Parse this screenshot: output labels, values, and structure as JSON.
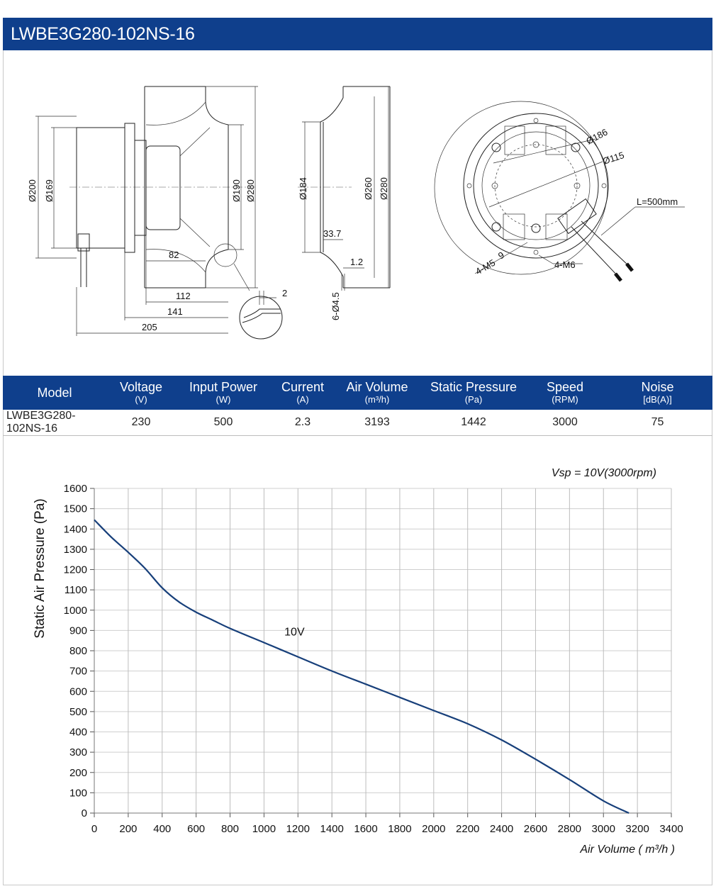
{
  "title": "LWBE3G280-102NS-16",
  "drawing": {
    "side_view": {
      "dia_200": "Ø200",
      "dia_169": "Ø169",
      "dia_190": "Ø190",
      "dia_280": "Ø280",
      "len_82": "82",
      "len_112": "112",
      "len_141": "141",
      "len_205": "205",
      "len_2": "2"
    },
    "inlet_view": {
      "dia_184": "Ø184",
      "dia_260": "Ø260",
      "dia_280": "Ø280",
      "len_33_7": "33.7",
      "len_1_2": "1.2",
      "holes": "6-Ø4.5"
    },
    "rear_view": {
      "dia_186": "Ø186",
      "dia_115": "Ø115",
      "cable": "L=500mm",
      "thread_m5": "4-M5",
      "depth_9": "9",
      "thread_m6": "4-M6"
    }
  },
  "spec_table": {
    "headers": [
      {
        "label": "Model",
        "unit": ""
      },
      {
        "label": "Voltage",
        "unit": "(V)"
      },
      {
        "label": "Input Power",
        "unit": "(W)"
      },
      {
        "label": "Current",
        "unit": "(A)"
      },
      {
        "label": "Air Volume",
        "unit": "(m³/h)"
      },
      {
        "label": "Static Pressure",
        "unit": "(Pa)"
      },
      {
        "label": "Speed",
        "unit": "(RPM)"
      },
      {
        "label": "Noise",
        "unit": "[dB(A)]"
      }
    ],
    "row": [
      "LWBE3G280-102NS-16",
      "230",
      "500",
      "2.3",
      "3193",
      "1442",
      "3000",
      "75"
    ]
  },
  "chart_data": {
    "type": "line",
    "title": "",
    "annotation": "Vsp = 10V(3000rpm)",
    "xlabel": "Air Volume ( m³/h )",
    "ylabel": "Static Air Pressure  (Pa)",
    "xlim": [
      0,
      3400
    ],
    "ylim": [
      0,
      1600
    ],
    "xticks": [
      "0",
      "200",
      "400",
      "600",
      "800",
      "1000",
      "1200",
      "1400",
      "1600",
      "1800",
      "2000",
      "2200",
      "2400",
      "2600",
      "2800",
      "3000",
      "3200",
      "3400"
    ],
    "yticks": [
      "0",
      "100",
      "200",
      "300",
      "400",
      "500",
      "600",
      "700",
      "800",
      "900",
      "1000",
      "1100",
      "1200",
      "1300",
      "1400",
      "1500",
      "1600"
    ],
    "grid": true,
    "line_color": "#173f7a",
    "series": [
      {
        "name": "10V",
        "x": [
          0,
          100,
          200,
          300,
          400,
          500,
          600,
          700,
          800,
          1000,
          1200,
          1400,
          1600,
          1800,
          2000,
          2200,
          2400,
          2600,
          2800,
          3000,
          3150
        ],
        "y": [
          1445,
          1360,
          1285,
          1205,
          1110,
          1040,
          990,
          950,
          910,
          840,
          770,
          700,
          635,
          570,
          505,
          440,
          360,
          265,
          165,
          60,
          0
        ]
      }
    ]
  }
}
